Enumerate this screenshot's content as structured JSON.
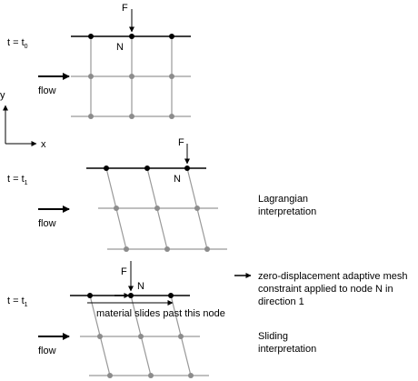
{
  "panel1": {
    "time": "t = t",
    "time_sub": "0",
    "flow": "flow",
    "force": "F",
    "node": "N"
  },
  "axes": {
    "y": "y",
    "x": "x"
  },
  "panel2": {
    "time": "t = t",
    "time_sub": "1",
    "flow": "flow",
    "force": "F",
    "node": "N",
    "interp_line1": "Lagrangian",
    "interp_line2": "interpretation"
  },
  "panel3": {
    "time": "t = t",
    "time_sub": "1",
    "flow": "flow",
    "force": "F",
    "node": "N",
    "slide_note": "material slides past this node",
    "constraint_line1": "zero-displacement adaptive mesh",
    "constraint_line2": "constraint applied to node N in",
    "constraint_line3": "direction 1",
    "interp_line1": "Sliding",
    "interp_line2": "interpretation"
  },
  "colors": {
    "ink": "#000000",
    "grey_mesh": "#999999",
    "grey_node": "#8c8c8c"
  }
}
